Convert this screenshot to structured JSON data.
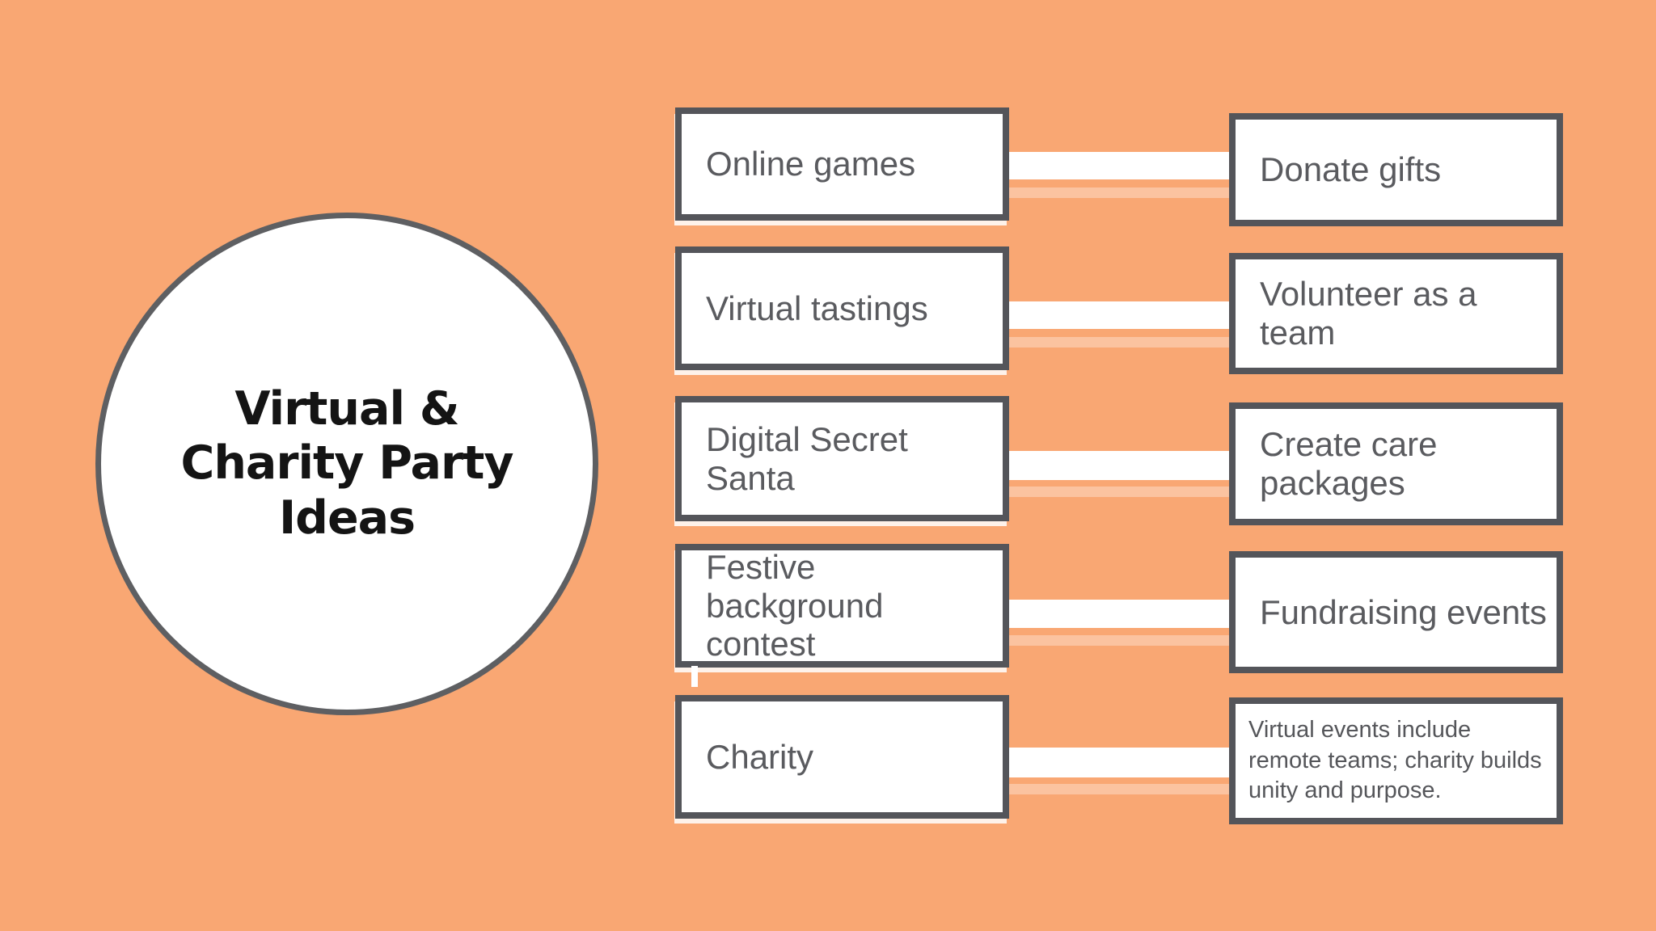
{
  "page": {
    "background_color": "#F9A773",
    "box_border_color": "#54555A",
    "box_text_color": "#5A5B5F",
    "title_color": "#141414",
    "connector_color": "#FFFFFF"
  },
  "hub": {
    "title": "Virtual & Charity Party Ideas",
    "title_lines": [
      "Virtual &",
      "Charity Party",
      "Ideas"
    ]
  },
  "rows": [
    {
      "left": "Online games",
      "right": "Donate gifts"
    },
    {
      "left": "Virtual tastings",
      "right": "Volunteer as a team"
    },
    {
      "left": "Digital Secret Santa",
      "right": "Create care packages"
    },
    {
      "left": "Festive background contest",
      "right": "Fundraising events"
    },
    {
      "left": "Charity",
      "right": "Virtual events include remote teams; charity builds unity and purpose."
    }
  ]
}
